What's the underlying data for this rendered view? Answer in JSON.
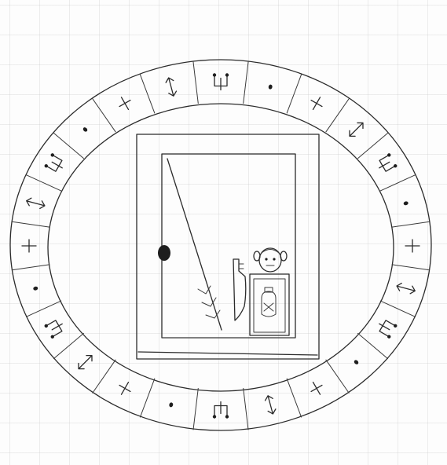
{
  "drawing": {
    "ink_color": "#2b2b2b",
    "paper_color": "#fdfdfd",
    "grid_color": "#b4b4b4",
    "ring_symbols": [
      "trident-symbol",
      "dot-symbol",
      "cross-symbol",
      "double-arrow-symbol",
      "trident-symbol",
      "dot-symbol",
      "cross-symbol",
      "double-arrow-symbol",
      "trident-symbol",
      "dot-symbol",
      "cross-symbol",
      "double-arrow-symbol",
      "trident-symbol",
      "dot-symbol",
      "cross-symbol",
      "double-arrow-symbol",
      "trident-symbol",
      "dot-symbol",
      "cross-symbol",
      "double-arrow-symbol",
      "trident-symbol",
      "dot-symbol",
      "cross-symbol",
      "double-arrow-symbol"
    ]
  }
}
